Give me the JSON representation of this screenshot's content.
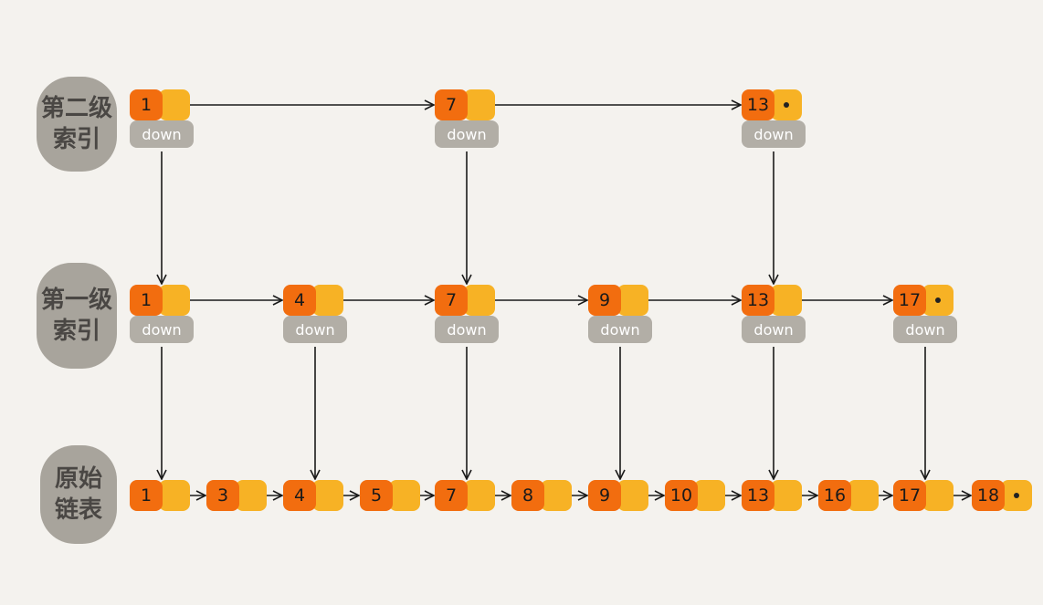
{
  "levels": [
    {
      "label_line1": "第二级",
      "label_line2": "索引"
    },
    {
      "label_line1": "第一级",
      "label_line2": "索引"
    },
    {
      "label_line1": "原始",
      "label_line2": "链表"
    }
  ],
  "down_label": "down",
  "index2_nodes": [
    "1",
    "7",
    "13"
  ],
  "index1_nodes": [
    "1",
    "4",
    "7",
    "9",
    "13",
    "17"
  ],
  "list_nodes": [
    "1",
    "3",
    "4",
    "5",
    "7",
    "8",
    "9",
    "10",
    "13",
    "16",
    "17",
    "18"
  ],
  "colors": {
    "background": "#f4f2ee",
    "key_cell": "#f26d0f",
    "next_cell": "#f7b225",
    "down_cell": "#b2aea6",
    "label_bubble": "#a8a49c",
    "arrow": "#1a1a1a"
  }
}
